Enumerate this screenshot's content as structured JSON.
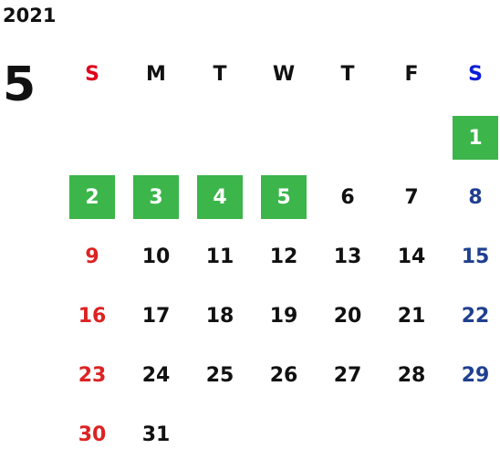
{
  "calendar": {
    "year": "2021",
    "month": "5",
    "weekdays": [
      "S",
      "M",
      "T",
      "W",
      "T",
      "F",
      "S"
    ],
    "first_weekday": 6,
    "days_in_month": 31,
    "highlighted_days": [
      1,
      2,
      3,
      4,
      5
    ],
    "colors": {
      "text": "#111111",
      "sunday_header": "#e0001a",
      "saturday_header": "#0a1fd6",
      "sunday": "#dd2222",
      "saturday": "#1f3f8f",
      "highlight_bg": "#3cb54a",
      "highlight_text": "#ffffff"
    }
  }
}
